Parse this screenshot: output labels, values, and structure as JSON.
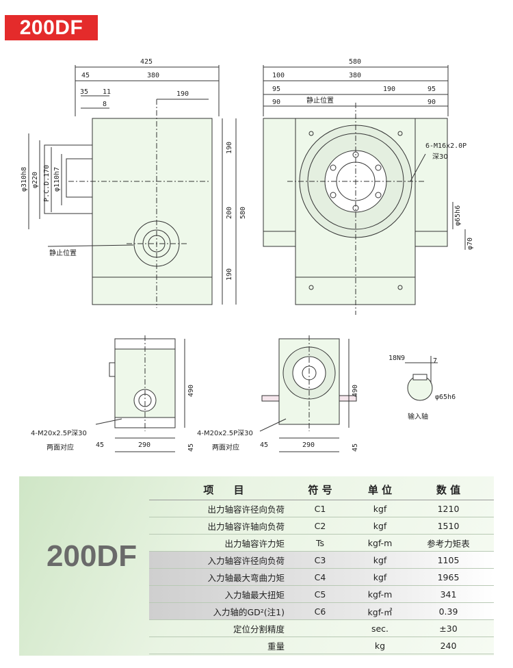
{
  "header": {
    "model": "200DF"
  },
  "drawing": {
    "front": {
      "dims": [
        "425",
        "45",
        "380",
        "35",
        "11",
        "8",
        "190",
        "190",
        "200",
        "580",
        "190"
      ],
      "dia": [
        "φ310h8",
        "φ220",
        "P.C.D.170",
        "φ110h7"
      ],
      "stop_label": "静止位置"
    },
    "side": {
      "dims": [
        "580",
        "100",
        "380",
        "95",
        "190",
        "95",
        "90",
        "90"
      ],
      "callout_1": "6-M16x2.0P",
      "callout_2": "深30",
      "dia": [
        "φ65h6",
        "φ70"
      ],
      "stop_label": "静止位置"
    },
    "bottom_left": {
      "height": "490",
      "width": "290",
      "offset": "45",
      "low": "45",
      "note_1": "4-M20x2.5P深30",
      "note_2": "两面对应"
    },
    "bottom_mid": {
      "height": "490",
      "width": "290",
      "offset": "45",
      "low": "45",
      "note_1": "4-M20x2.5P深30",
      "note_2": "两面对应"
    },
    "shaft": {
      "key": "18N9",
      "depth": "7",
      "dia": "φ65h6",
      "label": "输入轴"
    }
  },
  "spec": {
    "model": "200DF",
    "headers": [
      "项 目",
      "符 号",
      "单 位",
      "数 值"
    ],
    "rows": [
      {
        "item": "出力轴容许径向负荷",
        "sym": "C1",
        "unit": "kgf",
        "val": "1210"
      },
      {
        "item": "出力轴容许轴向负荷",
        "sym": "C2",
        "unit": "kgf",
        "val": "1510"
      },
      {
        "item": "出力轴容许力矩",
        "sym": "Ts",
        "unit": "kgf-m",
        "val": "参考力矩表"
      },
      {
        "item": "入力轴容许径向负荷",
        "sym": "C3",
        "unit": "kgf",
        "val": "1105"
      },
      {
        "item": "入力轴最大弯曲力矩",
        "sym": "C4",
        "unit": "kgf",
        "val": "1965"
      },
      {
        "item": "入力轴最大扭矩",
        "sym": "C5",
        "unit": "kgf-m",
        "val": "341"
      },
      {
        "item": "入力轴的GD²(注1)",
        "sym": "C6",
        "unit": "kgf-㎡",
        "val": "0.39"
      },
      {
        "item": "定位分割精度",
        "sym": "",
        "unit": "sec.",
        "val": "±30"
      },
      {
        "item": "重量",
        "sym": "",
        "unit": "kg",
        "val": "240"
      }
    ]
  }
}
